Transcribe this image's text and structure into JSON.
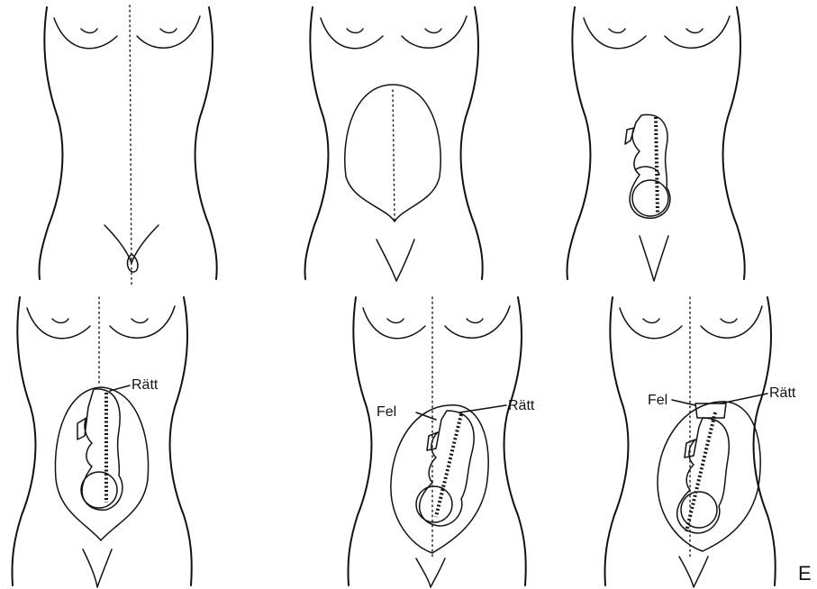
{
  "labels": {
    "correct": "Rätt",
    "wrong": "Fel",
    "corner_letter": "E"
  }
}
